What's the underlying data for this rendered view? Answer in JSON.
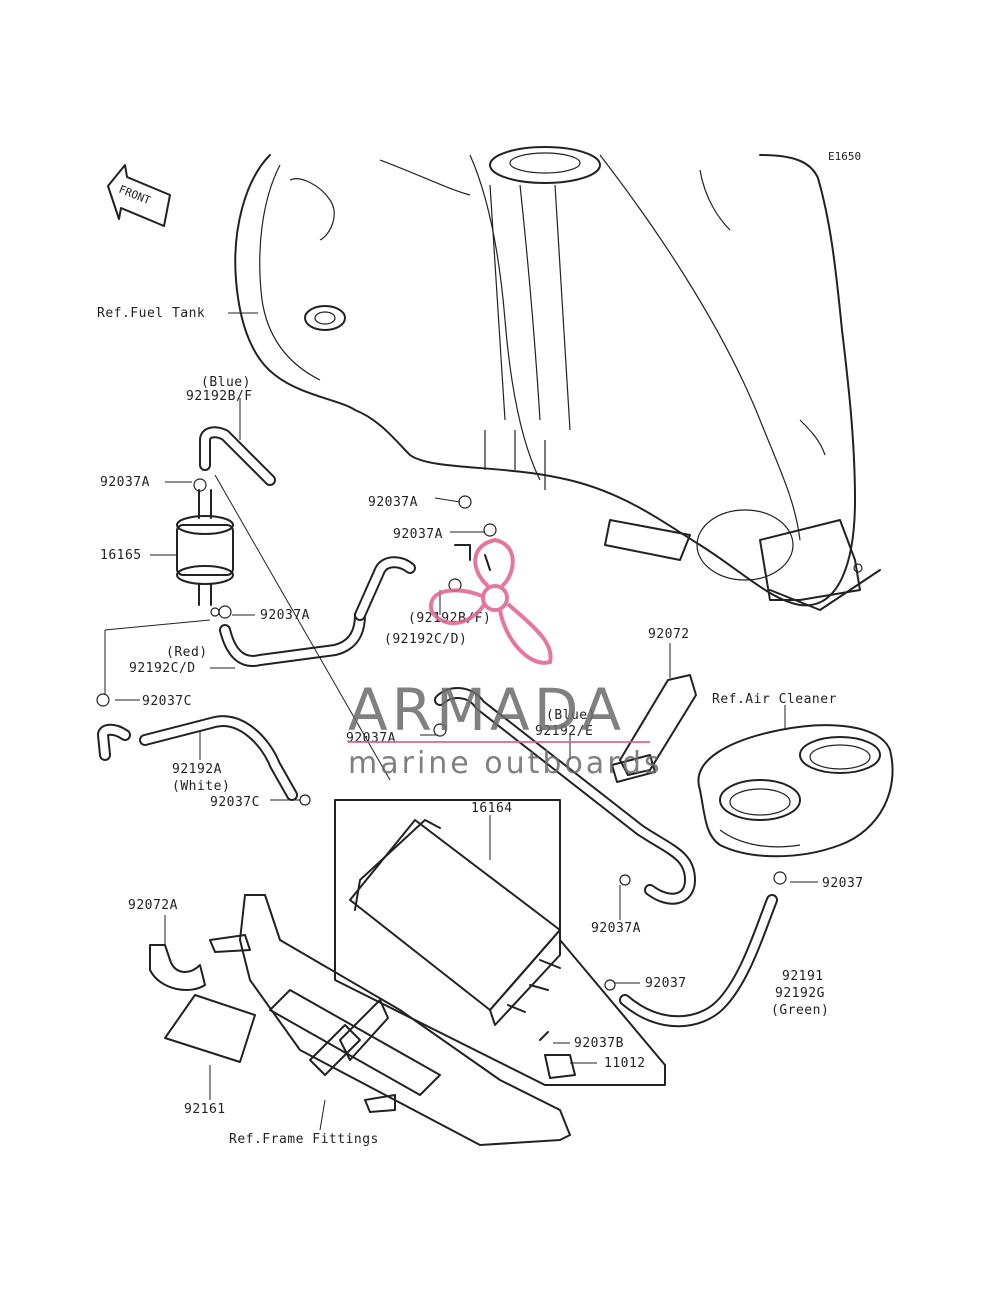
{
  "diagram": {
    "code": "E1650",
    "front_arrow": "FRONT",
    "labels": {
      "ref_fuel_tank": "Ref.Fuel Tank",
      "blue_1": "(Blue)",
      "p_92192BF_1": "92192B/F",
      "p_92037A_1": "92037A",
      "p_16165": "16165",
      "p_92037A_2": "92037A",
      "red": "(Red)",
      "p_92192CD_1": "92192C/D",
      "p_92037C_1": "92037C",
      "p_92192A": "92192A",
      "white": "(White)",
      "p_92037C_2": "92037C",
      "p_92037A_3": "92037A",
      "p_92037A_4": "92037A",
      "p_92192BF_2": "(92192B/F)",
      "p_92192CD_2": "(92192C/D)",
      "p_92037A_5": "92037A",
      "blue_2": "(Blue)",
      "p_92192E": "92192/E",
      "p_92072": "92072",
      "ref_air_cleaner": "Ref.Air Cleaner",
      "p_16164": "16164",
      "p_92037_1": "92037",
      "p_92037A_6": "92037A",
      "p_92191": "92191",
      "p_92192G": "92192G",
      "green": "(Green)",
      "p_92037_2": "92037",
      "p_92037B": "92037B",
      "p_11012": "11012",
      "p_92072A": "92072A",
      "p_92161": "92161",
      "ref_frame_fittings": "Ref.Frame Fittings"
    }
  },
  "watermark": {
    "title": "ARMADA",
    "subtitle": "marine outboards",
    "title_color": "#6b6b6b",
    "accent_color": "#e0608f"
  }
}
